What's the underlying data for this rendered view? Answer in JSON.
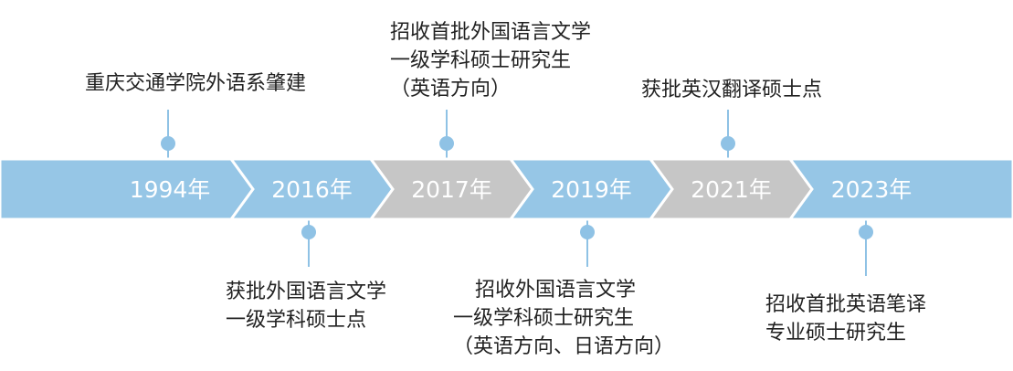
{
  "colors": {
    "blue_segment": "#96c6e6",
    "gray_segment": "#c6c6c6",
    "year_text": "#ffffff",
    "marker": "#8fc2e5",
    "connector": "#8fc2e5",
    "event_text": "#222222"
  },
  "timeline": {
    "segments": [
      {
        "year": "1994年",
        "color": "blue_segment"
      },
      {
        "year": "2016年",
        "color": "blue_segment"
      },
      {
        "year": "2017年",
        "color": "gray_segment"
      },
      {
        "year": "2019年",
        "color": "blue_segment"
      },
      {
        "year": "2021年",
        "color": "gray_segment"
      },
      {
        "year": "2023年",
        "color": "blue_segment"
      }
    ]
  },
  "events": {
    "e1994": {
      "lines": [
        "重庆交通学院外语系肇建"
      ]
    },
    "e2016": {
      "lines": [
        "获批外国语言文学",
        "一级学科硕士点"
      ]
    },
    "e2017": {
      "lines": [
        "招收首批外国语言文学",
        "一级学科硕士研究生",
        "（英语方向）"
      ]
    },
    "e2019": {
      "lines": [
        "招收外国语言文学",
        "一级学科硕士研究生",
        "（英语方向、日语方向）"
      ]
    },
    "e2021": {
      "lines": [
        "获批英汉翻译硕士点"
      ]
    },
    "e2023": {
      "lines": [
        "招收首批英语笔译",
        "专业硕士研究生"
      ]
    }
  }
}
